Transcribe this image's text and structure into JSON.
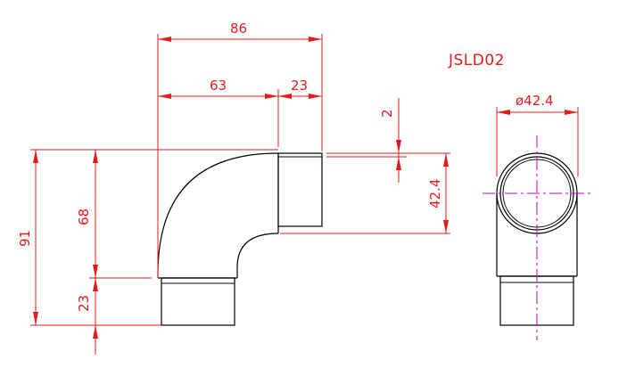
{
  "part_code": "JSLD02",
  "dimensions": {
    "overall_width": "86",
    "bend_width": "63",
    "socket_depth_top": "23",
    "wall_thickness": "2",
    "outer_diameter_side": "42.4",
    "diameter_label": "ø42.4",
    "overall_height": "91",
    "bend_height": "68",
    "socket_depth_bottom": "23"
  },
  "colors": {
    "dimension": "#e31b1b",
    "outline": "#000000",
    "centerline": "#c000c0",
    "background": "#ffffff"
  }
}
